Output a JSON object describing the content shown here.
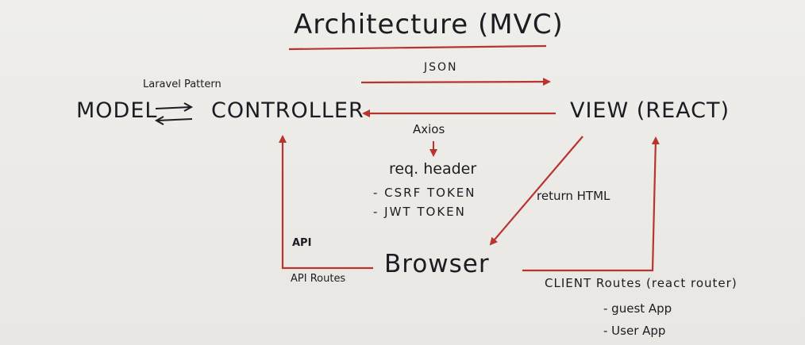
{
  "title": "Architecture (MVC)",
  "nodes": {
    "model": "MODEL",
    "controller": "CONTROLLER",
    "view": "VIEW (REACT)",
    "browser": "Browser"
  },
  "labels": {
    "json": "JSON",
    "laravel_pattern": "Laravel Pattern",
    "axios": "Axios",
    "req_header": "req. header",
    "csrf_token": "- CSRF TOKEN",
    "jwt_token": "- JWT TOKEN",
    "return_html": "return HTML",
    "api": "API",
    "api_routes": "API Routes",
    "client_routes": "CLIENT Routes (react router)",
    "guest_app": "- guest App",
    "user_app": "- User App"
  },
  "colors": {
    "ink": "#1c1c22",
    "arrow": "#b8342f",
    "paper": "#eceae6"
  }
}
